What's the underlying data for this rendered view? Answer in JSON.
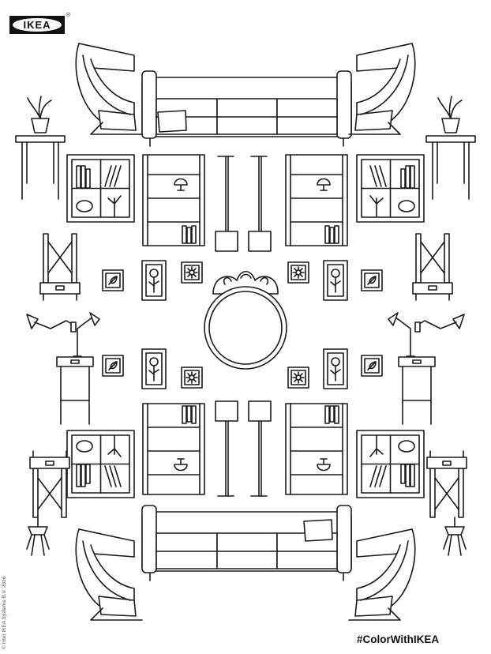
{
  "brand": {
    "logo_text": "IKEA",
    "registered_mark": "®"
  },
  "footer": {
    "hashtag": "#ColorWithIKEA",
    "copyright": "© Inter IKEA Systems B.V. 2016"
  },
  "colors": {
    "line": "#1a1a1a",
    "background": "#ffffff"
  }
}
